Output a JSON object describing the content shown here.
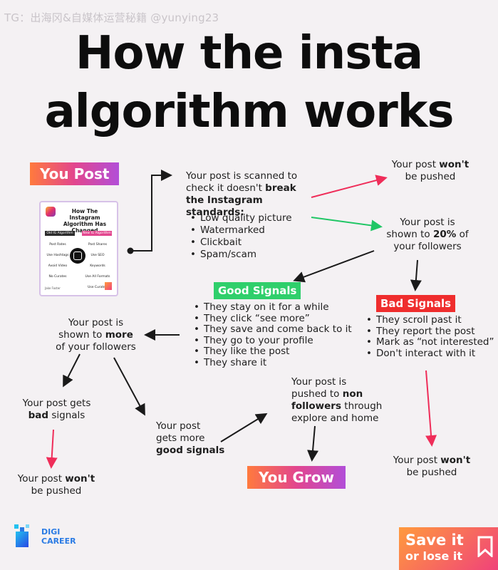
{
  "watermark": "TG：出海冈&自媒体运营秘籍 @yunying23",
  "title": {
    "line1": "How the insta",
    "line2": "algorithm works"
  },
  "you_post": "You Post",
  "card": {
    "title": "How The Instagram Algorithm Has Changed",
    "tag_left": "Old IG Algorithm",
    "tag_right": "New IG Algorithm",
    "left_items": [
      "Post Rates",
      "Use Hashtags",
      "Avoid Video",
      "No Curates"
    ],
    "right_items": [
      "Post Shares",
      "Use SEO Keywords",
      "Use All Formats",
      "Use Curated"
    ],
    "footer": "Jake Foster"
  },
  "scan": {
    "line1": "Your post is scanned to",
    "line2_pre": "check it doesn't ",
    "line2_bold": "break",
    "line3_bold": "the Instagram standards:",
    "items": [
      "Low quality picture",
      "Watermarked",
      "Clickbait",
      "Spam/scam"
    ]
  },
  "not_pushed_top": {
    "pre": "Your post ",
    "bold": "won't",
    "line2": "be pushed"
  },
  "shown_20": {
    "line1": "Your post is",
    "line2_pre": "shown to ",
    "line2_bold": "20%",
    "line2_post": " of",
    "line3": "your followers"
  },
  "good_signals": {
    "label": "Good Signals",
    "items": [
      "They stay on it for a while",
      "They click “see more”",
      "They save and come back to it",
      "They go to your profile",
      "They like the post",
      "They share it"
    ]
  },
  "bad_signals": {
    "label": "Bad Signals",
    "items": [
      "They scroll past it",
      "They report the post",
      "Mark as “not interested”",
      "Don't interact with it"
    ]
  },
  "shown_more": {
    "line1": "Your post is",
    "line2_pre": "shown to ",
    "line2_bold": "more",
    "line3": "of your followers"
  },
  "gets_bad": {
    "line1": "Your post gets",
    "line2_bold": "bad",
    "line2_post": " signals"
  },
  "not_pushed_left": {
    "pre": "Your post ",
    "bold": "won't",
    "line2": "be pushed"
  },
  "gets_more": {
    "line1": "Your post",
    "line2": "gets more",
    "line3_bold": "good signals"
  },
  "non_followers": {
    "line1": "Your post is",
    "line2_pre": "pushed to ",
    "line2_bold": "non",
    "line3_bold": "followers",
    "line3_post": " through",
    "line4": "explore and home"
  },
  "not_pushed_right": {
    "pre": "Your post ",
    "bold": "won't",
    "line2": "be pushed"
  },
  "you_grow": "You Grow",
  "brand": {
    "line1": "DIGI",
    "line2": "CAREER"
  },
  "save": {
    "line1": "Save it",
    "line2": "or lose it"
  },
  "colors": {
    "black_arrow": "#1a1a1a",
    "red_arrow": "#ef2d59",
    "green_arrow": "#20c665",
    "accent_pink": "#e2468e",
    "accent_orange": "#ff7a3d"
  }
}
